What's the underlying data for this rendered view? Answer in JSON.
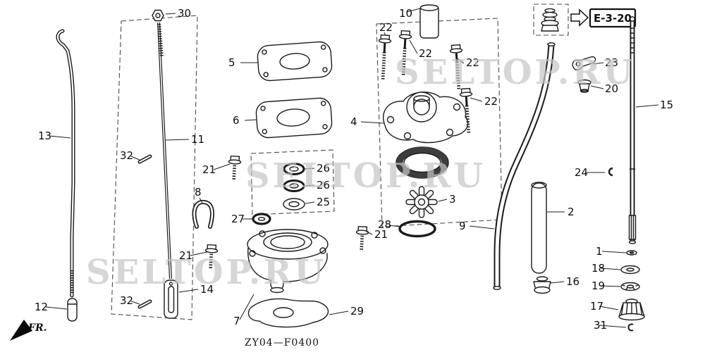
{
  "diagram": {
    "code": "ZY04—F0400",
    "reference": "E-3-20",
    "front_marker": "FR.",
    "watermark": "SELTOP.RU"
  },
  "callouts": {
    "1": "1",
    "2": "2",
    "3": "3",
    "4": "4",
    "5": "5",
    "6": "6",
    "7": "7",
    "8": "8",
    "9": "9",
    "10": "10",
    "11": "11",
    "12": "12",
    "13": "13",
    "14": "14",
    "15": "15",
    "16": "16",
    "17": "17",
    "18": "18",
    "19": "19",
    "20": "20",
    "21": "21",
    "22": "22",
    "23": "23",
    "24": "24",
    "25": "25",
    "26": "26",
    "27": "27",
    "28": "28",
    "29": "29",
    "30": "30",
    "31": "31",
    "32": "32"
  }
}
